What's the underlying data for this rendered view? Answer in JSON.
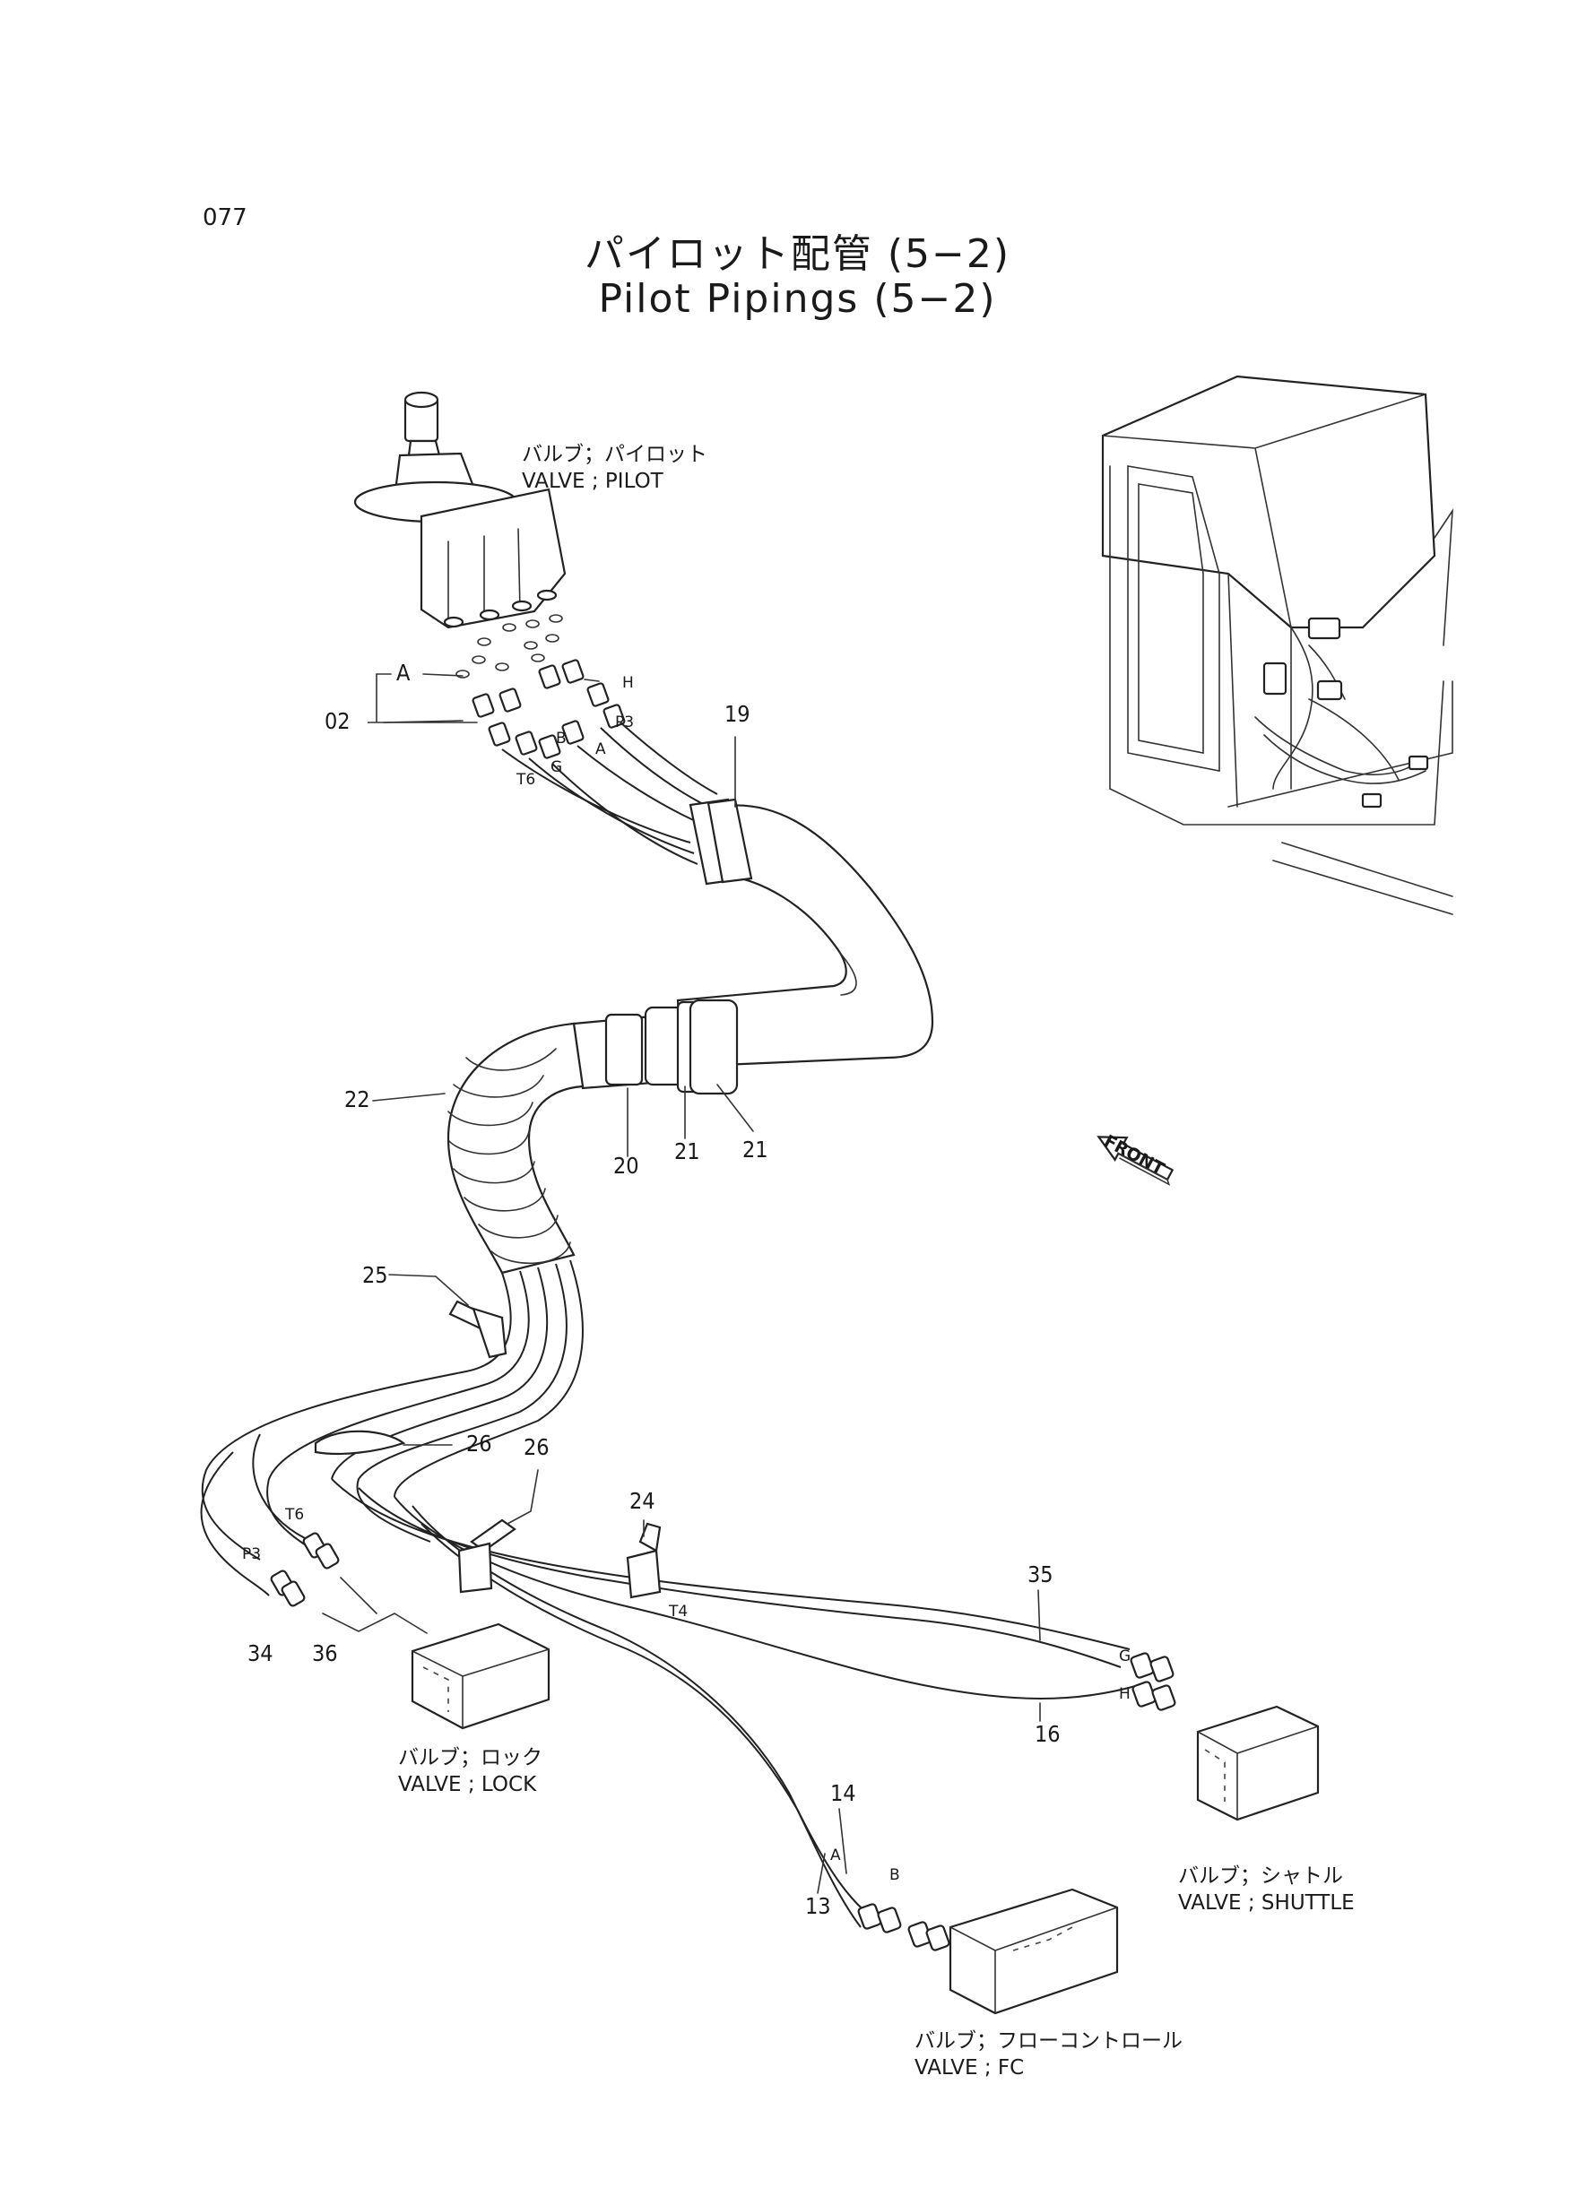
{
  "page_number": "077",
  "title": {
    "japanese": "パイロット配管 (5−2)",
    "english": "Pilot Pipings (5−2)"
  },
  "components": {
    "pilot_valve": {
      "jp": "バルブ；パイロット",
      "en": "VALVE ; PILOT"
    },
    "lock_valve": {
      "jp": "バルブ；ロック",
      "en": "VALVE ; LOCK"
    },
    "shuttle_valve": {
      "jp": "バルブ；シャトル",
      "en": "VALVE ; SHUTTLE"
    },
    "fc_valve": {
      "jp": "バルブ；フローコントロール",
      "en": "VALVE ; FC"
    }
  },
  "direction_label": "FRONT",
  "callouts": {
    "c02": "02",
    "c19": "19",
    "c22": "22",
    "c20": "20",
    "c21a": "21",
    "c21b": "21",
    "c25": "25",
    "c26a": "26",
    "c26b": "26",
    "c24": "24",
    "c35": "35",
    "c16": "16",
    "c14": "14",
    "c13": "13",
    "c34": "34",
    "c36": "36"
  },
  "ports": {
    "A_top": "A",
    "H_top": "H",
    "P3_top": "P3",
    "B_top": "B",
    "A_mid": "A",
    "G_top": "G",
    "T6_top": "T6",
    "T6_lock": "T6",
    "P3_lock": "P3",
    "T4": "T4",
    "G_shuttle": "G",
    "H_shuttle": "H",
    "A_fc": "A",
    "B_fc": "B"
  }
}
